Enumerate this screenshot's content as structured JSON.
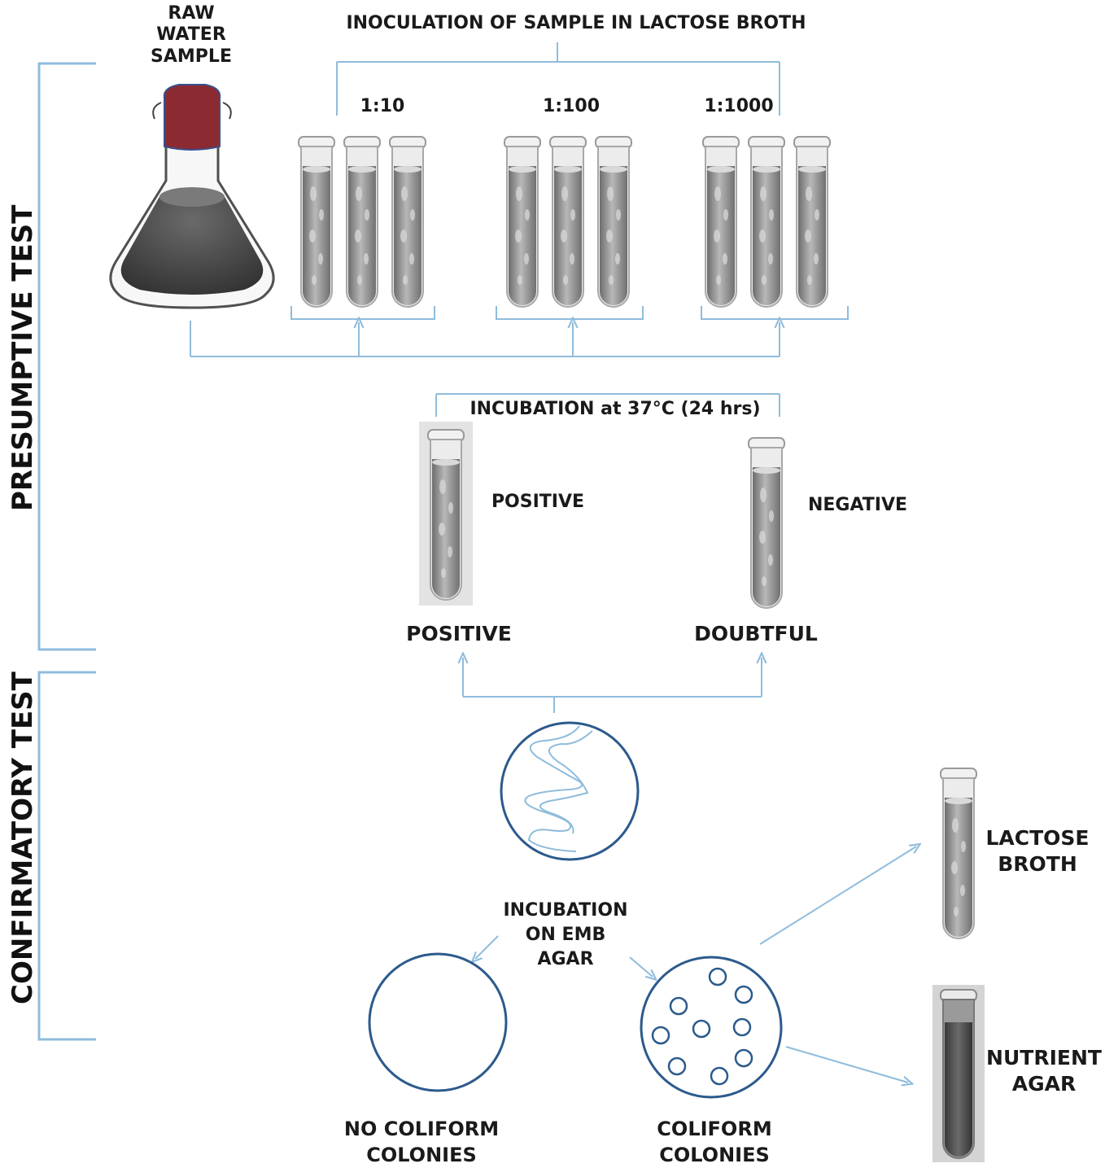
{
  "sections": {
    "presumptive": "PRESUMPTIVE TEST",
    "confirmatory": "CONFIRMATORY TEST"
  },
  "flask_label": [
    "RAW",
    "WATER",
    "SAMPLE"
  ],
  "inoculation_title": "INOCULATION OF SAMPLE IN LACTOSE BROTH",
  "dilutions": [
    "1:10",
    "1:100",
    "1:1000"
  ],
  "incubation_title": "INCUBATION at 37°C (24 hrs)",
  "tube_results": {
    "positive": "POSITIVE",
    "negative": "NEGATIVE"
  },
  "outcomes": {
    "positive": "POSITIVE",
    "doubtful": "DOUBTFUL"
  },
  "emb_label": [
    "INCUBATION",
    "ON EMB",
    "AGAR"
  ],
  "plates": {
    "no_coliform": [
      "NO COLIFORM",
      "COLONIES"
    ],
    "coliform": [
      "COLIFORM",
      "COLONIES"
    ]
  },
  "media": {
    "lactose": [
      "LACTOSE",
      "BROTH"
    ],
    "nutrient": [
      "NUTRIENT",
      "AGAR"
    ]
  },
  "colors": {
    "connector": "#8fbcdc",
    "plate": "#2c5a8c",
    "cap": "#8c2a32"
  }
}
